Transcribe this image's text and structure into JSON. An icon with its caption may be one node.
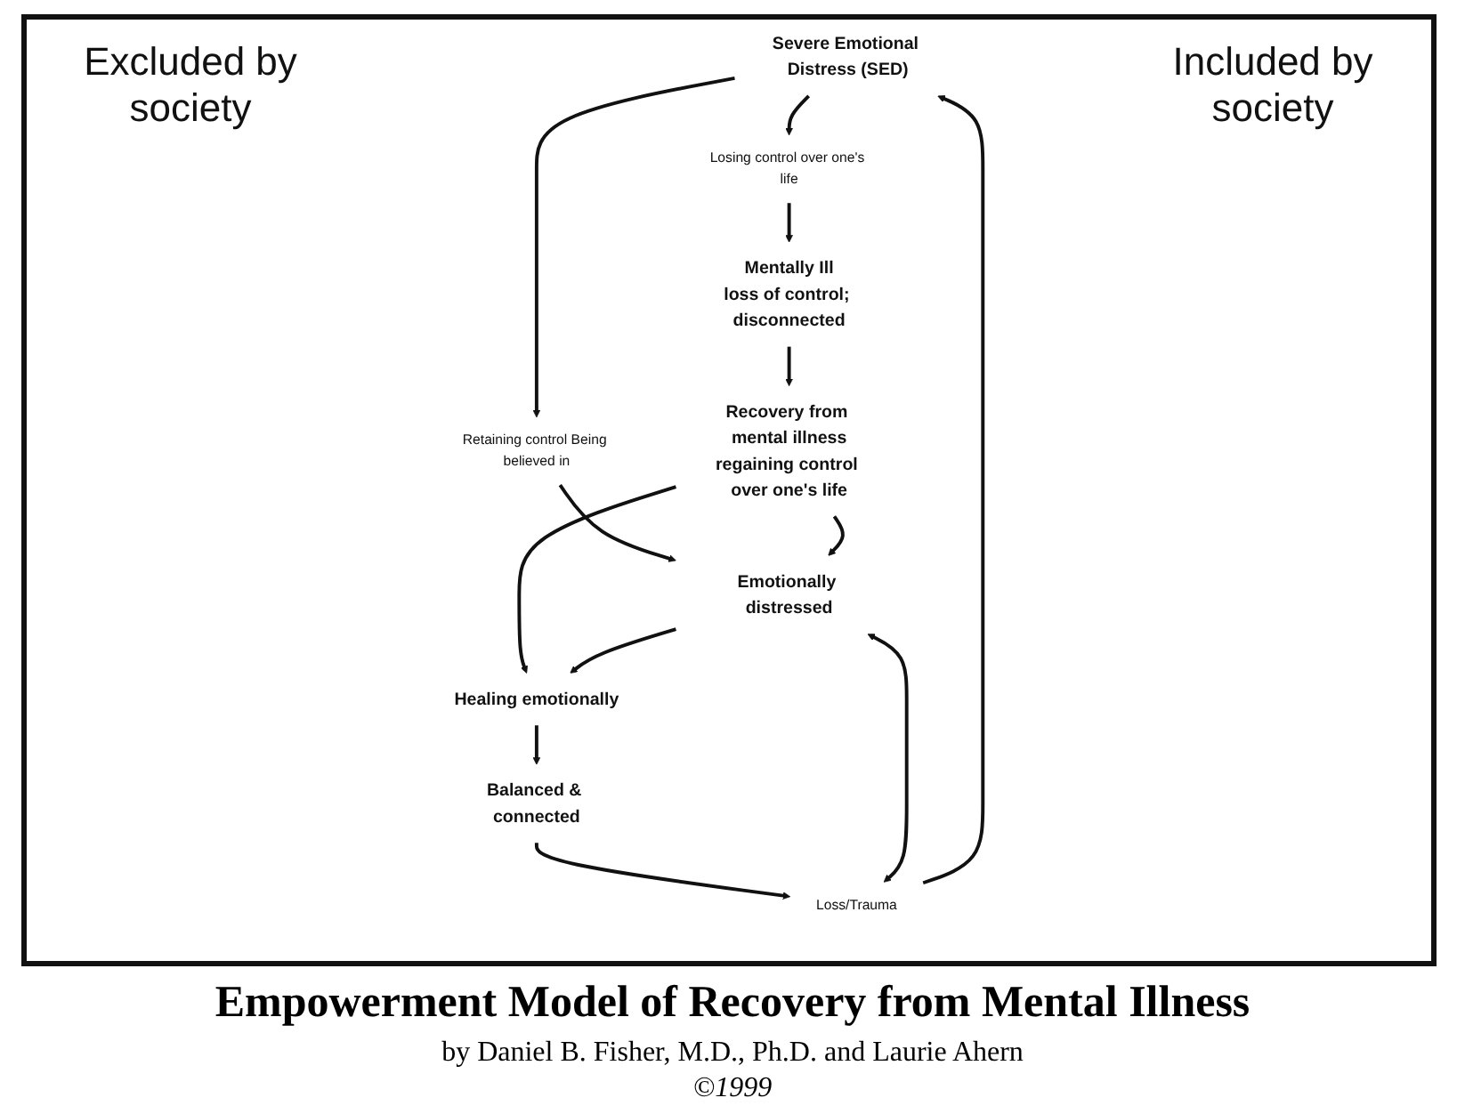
{
  "diagram": {
    "title": "Empowerment Model of Recovery from Mental Illness",
    "caption": "by Daniel B. Fisher, M.D., Ph.D. and Laurie Ahern",
    "nodes": [
      {
        "text": [
          "Severe Emotional Distress (SED)"
        ]
      },
      {
        "text": [
          "Losing control over one's life"
        ]
      },
      {
        "text": [
          "Retaining control Being believed in"
        ]
      },
      {
        "text": [
          "Loss/Trauma"
        ]
      },
      {
        "text": [
          "Mentally Ill",
          "loss of control; disconnected"
        ]
      },
      {
        "text": [
          "Emotionally distressed"
        ]
      },
      {
        "text": [
          "Balanced & connected"
        ]
      },
      {
        "text": [
          "Recovery from mental illness",
          "regaining control over one's life"
        ]
      },
      {
        "text": [
          "Healing emotionally"
        ]
      }
    ],
    "edges": [
      {
        "from": 0,
        "to": 1,
        "arrow": "to"
      },
      {
        "from": 1,
        "to": 4,
        "arrow": "to"
      },
      {
        "from": 0,
        "to": 2,
        "arrow": "to"
      },
      {
        "from": 2,
        "to": 5,
        "arrow": "to"
      },
      {
        "from": 4,
        "to": 7,
        "arrow": "to"
      },
      {
        "from": 7,
        "to": 5,
        "arrow": "to"
      },
      {
        "from": 7,
        "to": 8,
        "arrow": "to"
      },
      {
        "from": 5,
        "to": 8,
        "arrow": "to"
      },
      {
        "from": 8,
        "to": 6,
        "arrow": "to"
      },
      {
        "from": 6,
        "to": 3,
        "arrow": "to"
      },
      {
        "from": 3,
        "to": 0,
        "arrow": "to"
      },
      {
        "from": 5,
        "to": 3,
        "arrow": "both"
      }
    ],
    "labels": [
      "Excluded by society",
      "Included by society",
      "©1999"
    ]
  }
}
